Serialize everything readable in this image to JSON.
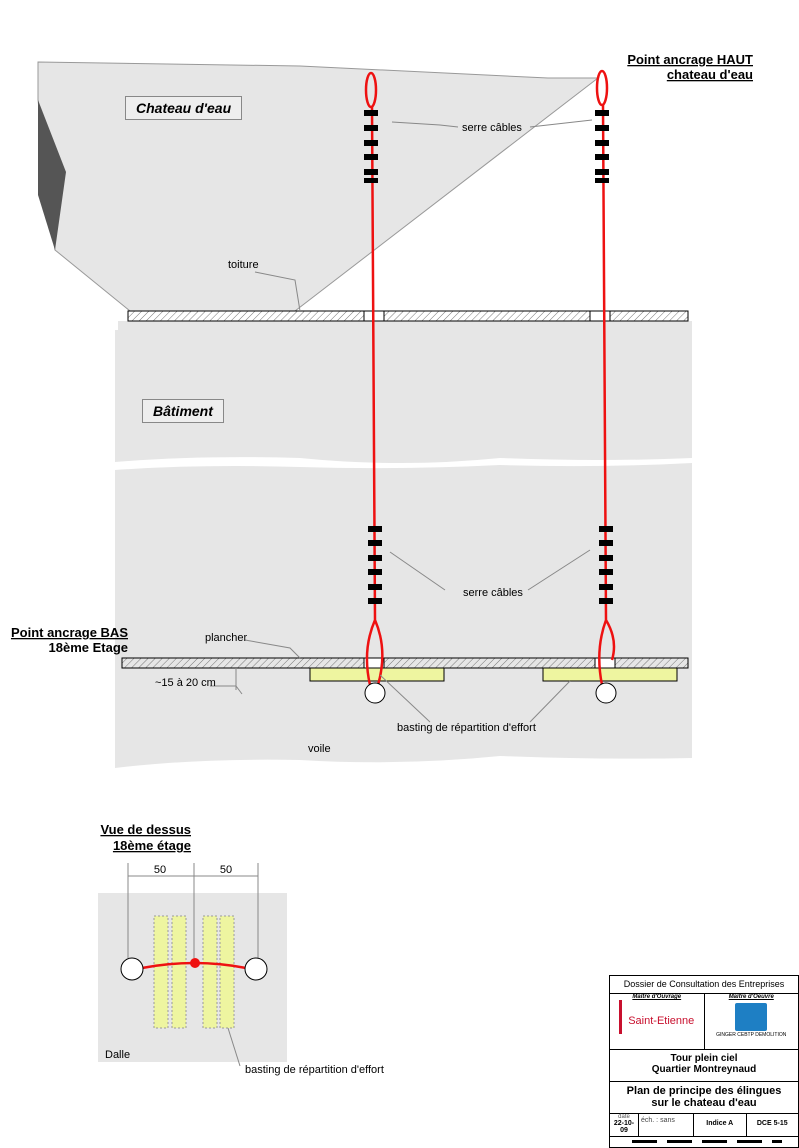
{
  "labels": {
    "chateau": "Chateau d'eau",
    "batiment": "Bâtiment",
    "anchor_top_1": "Point ancrage HAUT",
    "anchor_top_2": "chateau d'eau",
    "serre_cables_top": "serre câbles",
    "serre_cables_bottom": "serre câbles",
    "toiture": "toiture",
    "anchor_bottom_1": "Point ancrage BAS",
    "anchor_bottom_2": "18ème Etage",
    "plancher": "plancher",
    "thickness": "~15 à 20 cm",
    "basting": "basting de répartition d'effort",
    "voile": "voile",
    "top_view_1": "Vue de dessus",
    "top_view_2": "18ème étage",
    "dim_left": "50",
    "dim_right": "50",
    "dalle": "Dalle",
    "basting_top_view": "basting de répartition d'effort"
  },
  "title_block": {
    "header": "Dossier de Consultation des Entreprises",
    "owner_label": "Maître d'Ouvrage",
    "owner_logo": "Saint-Etienne",
    "contractor_label": "Maître d'Oeuvre",
    "contractor_logo": "GINGER CEBTP DEMOLITION",
    "project_1": "Tour plein ciel",
    "project_2": "Quartier Montreynaud",
    "drawing_1": "Plan de principe des élingues",
    "drawing_2": "sur le chateau d'eau",
    "date_label": "date",
    "date": "22-10-09",
    "scale": "éch. : sans",
    "index": "Indice A",
    "ref": "DCE 5-15"
  },
  "colors": {
    "cable": "#ee1111",
    "basting": "#eef5a0",
    "fill": "#e6e6e6"
  }
}
